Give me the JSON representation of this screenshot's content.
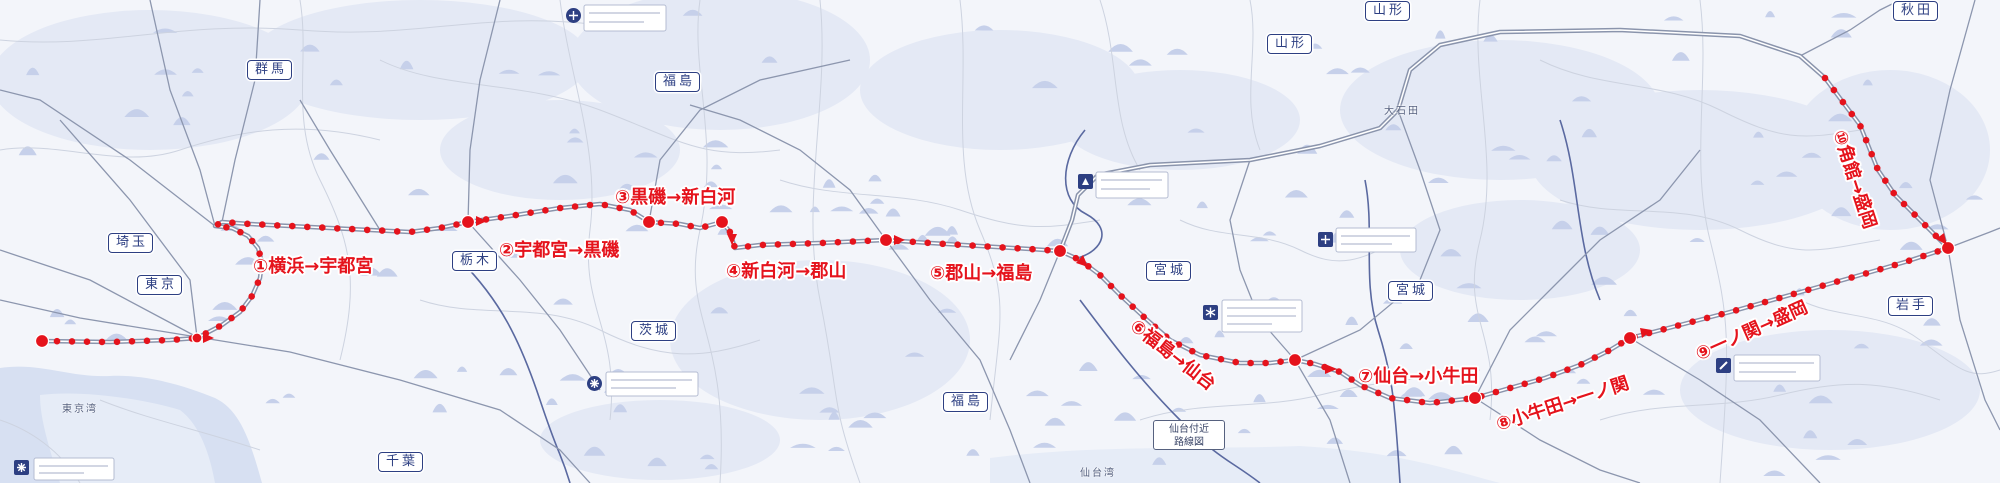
{
  "prefectures": [
    "群馬",
    "埼玉",
    "東京",
    "栃木",
    "茨城",
    "福島",
    "福島",
    "山形",
    "山形",
    "宮城",
    "宮城",
    "岩手",
    "秋田",
    "千葉"
  ],
  "route_segments": [
    "①横浜→宇都宮",
    "②宇都宮→黒磯",
    "③黒磯→新白河",
    "④新白河→郡山",
    "⑤郡山→福島",
    "⑥福島→仙台",
    "⑦仙台→小牛田",
    "⑧小牛田→一ノ関",
    "⑨一ノ関→盛岡",
    "⑩角館→盛岡"
  ],
  "places": {
    "oishida": "大石田",
    "tokyo_bay": "東京湾",
    "sendai_bay": "仙台湾"
  },
  "inset": {
    "line1": "仙台付近",
    "line2": "路線図"
  },
  "icons": [
    "station-dot-icon",
    "route-arrow-icon",
    "info-icon",
    "snowflake-icon",
    "pencil-icon",
    "mountain-symbol"
  ],
  "colors": {
    "route": "#e5131c",
    "ink": "#2d3f82",
    "bg": "#f3f5fa",
    "rail": "#8c96ae",
    "road": "#cdd3e0",
    "mount": "#c6d0ea",
    "water": "#d7e0f2",
    "terrain": "#e4e9f5"
  }
}
